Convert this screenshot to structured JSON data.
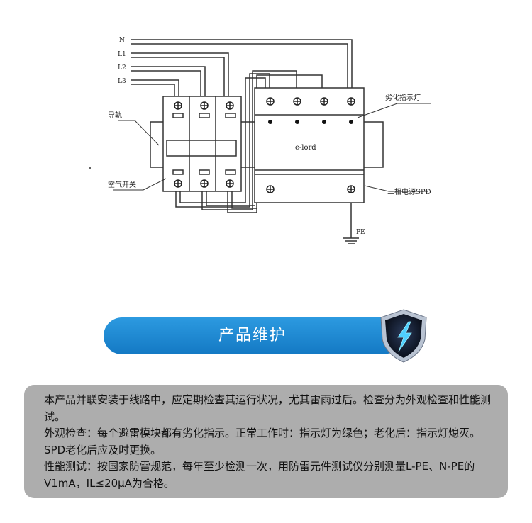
{
  "diagram": {
    "line_labels": [
      "N",
      "L1",
      "L2",
      "L3"
    ],
    "rail_label": "导轨",
    "breaker_label": "空气开关",
    "indicator_label": "劣化指示灯",
    "spd_label": "三相电源SPD",
    "brand": "e-lord",
    "pe_label": "PE"
  },
  "banner": {
    "title": "产品维护"
  },
  "shield": {
    "icon": "lightning-shield-icon"
  },
  "info": {
    "paragraphs": [
      "本产品并联安装于线路中，应定期检查其运行状况，尤其雷雨过后。检查分为外观检查和性能测试。",
      "外观检查：每个避雷模块都有劣化指示。正常工作时：指示灯为绿色；老化后：指示灯熄灭。SPD老化后应及时更换。",
      "性能测试：按国家防雷规范，每年至少检测一次，用防雷元件测试仪分别测量L-PE、N-PE的V1mA，IL≤20μA为合格。"
    ]
  }
}
